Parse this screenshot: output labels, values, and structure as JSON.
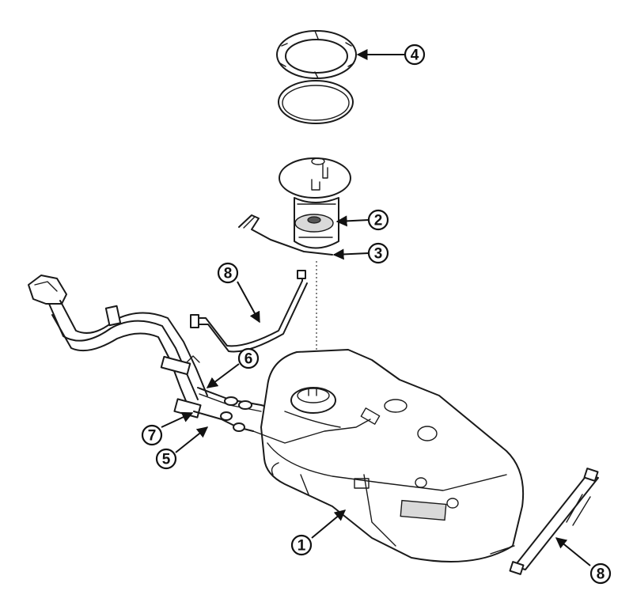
{
  "callouts": [
    {
      "id": "c1",
      "label": "1"
    },
    {
      "id": "c2",
      "label": "2"
    },
    {
      "id": "c3",
      "label": "3"
    },
    {
      "id": "c4",
      "label": "4"
    },
    {
      "id": "c5",
      "label": "5"
    },
    {
      "id": "c6",
      "label": "6"
    },
    {
      "id": "c7",
      "label": "7"
    },
    {
      "id": "c8a",
      "label": "8"
    },
    {
      "id": "c8b",
      "label": "8"
    }
  ],
  "colors": {
    "line": "#1a1a1a",
    "background": "#ffffff"
  }
}
